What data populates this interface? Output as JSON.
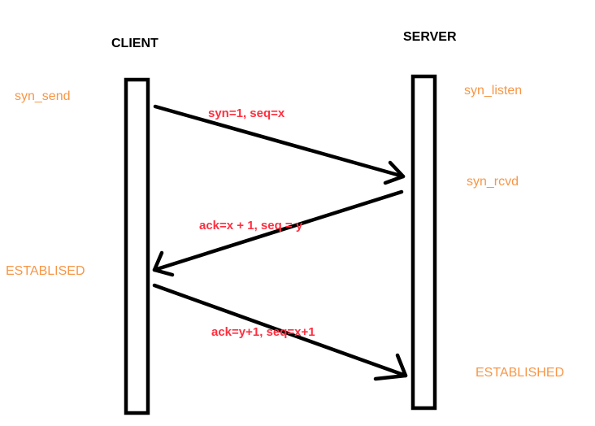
{
  "colors": {
    "line": "#000000",
    "header_text": "#000000",
    "state_text": "#f79646",
    "message_text": "#ff2f3f"
  },
  "lanes": {
    "client": {
      "label": "CLIENT"
    },
    "server": {
      "label": "SERVER"
    }
  },
  "states": {
    "client_syn_send": "syn_send",
    "client_established": "ESTABLISED",
    "server_syn_listen": "syn_listen",
    "server_syn_rcvd": "syn_rcvd",
    "server_established": "ESTABLISHED"
  },
  "messages": [
    {
      "label": "syn=1, seq=x",
      "from": "client",
      "to": "server"
    },
    {
      "label": "ack=x + 1, seq = y",
      "from": "server",
      "to": "client"
    },
    {
      "label": "ack=y+1, seq=x+1",
      "from": "client",
      "to": "server"
    }
  ]
}
